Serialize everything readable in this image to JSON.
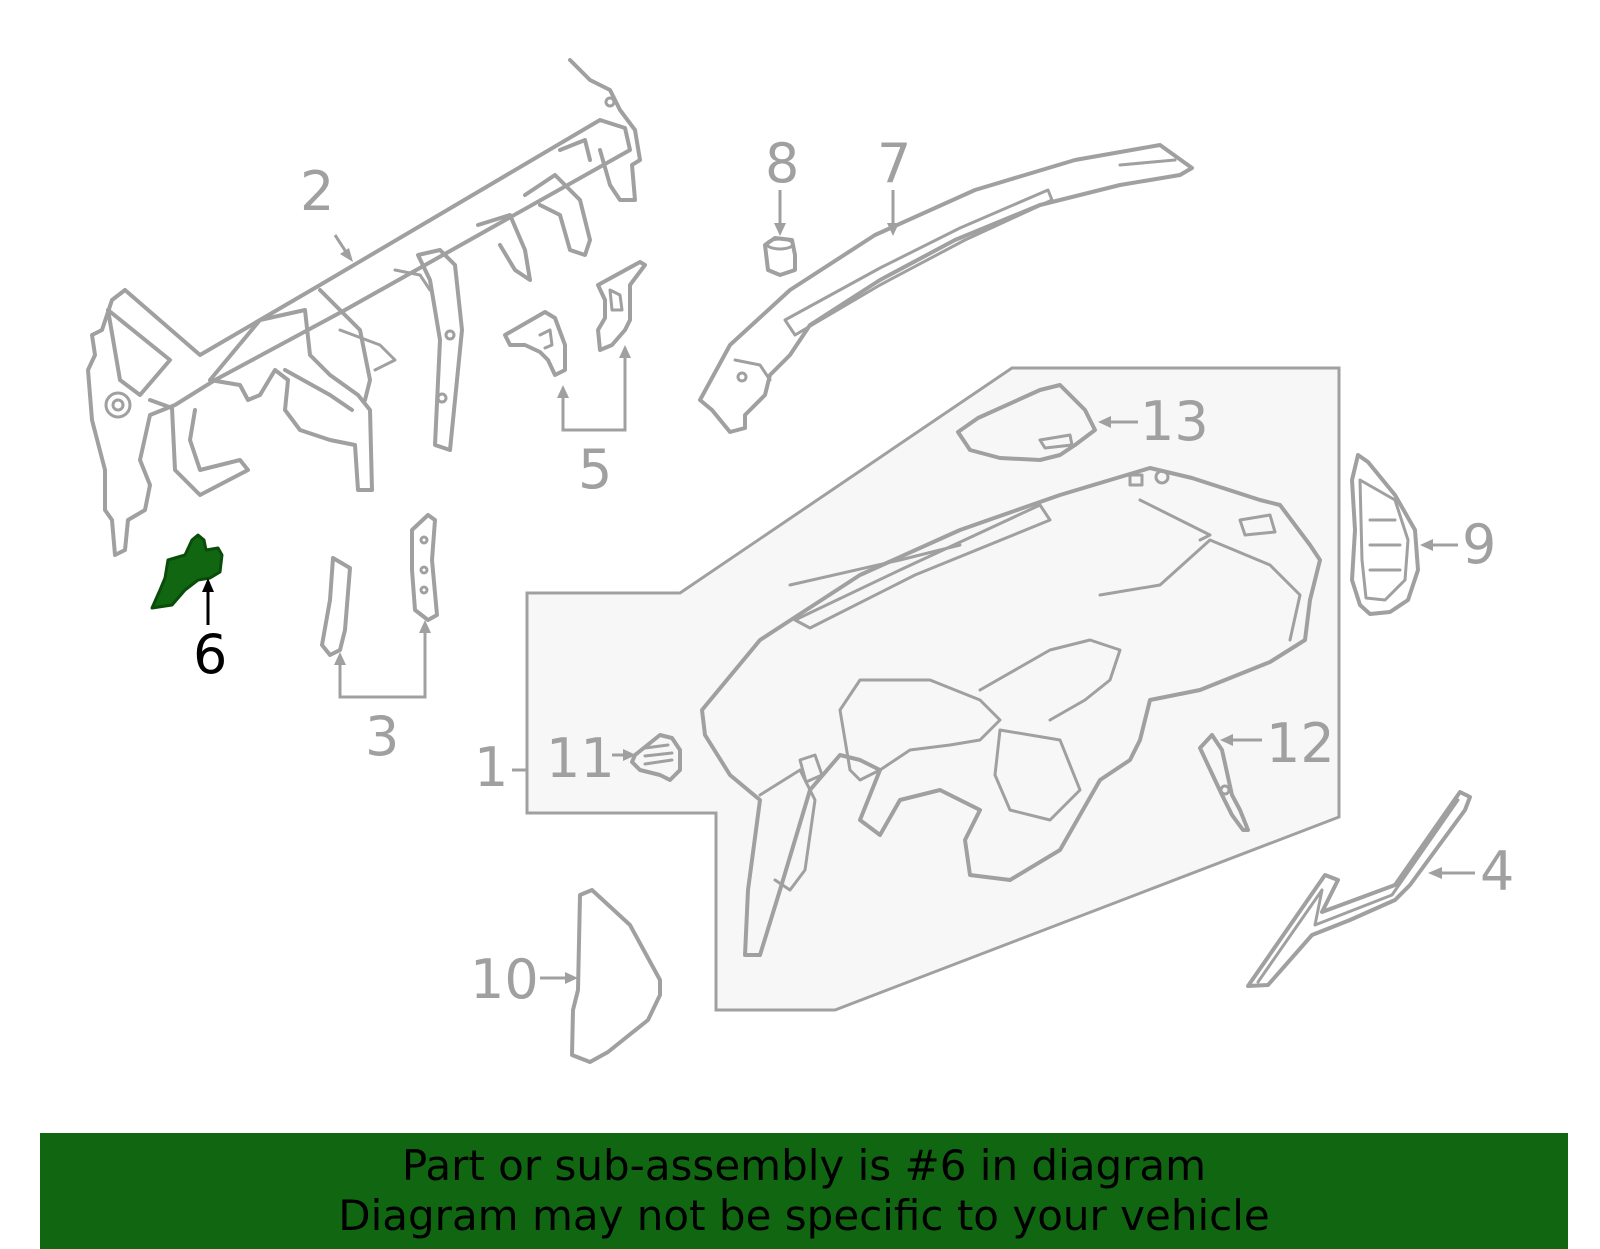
{
  "colors": {
    "line": "#a0a0a0",
    "highlight_fill": "#116611",
    "highlight_stroke": "#0a4d0a",
    "background_panel": "#f7f7f7",
    "banner": "#116611",
    "active_text": "#000000"
  },
  "callouts": {
    "c1": "1",
    "c2": "2",
    "c3": "3",
    "c4": "4",
    "c5": "5",
    "c6": "6",
    "c7": "7",
    "c8": "8",
    "c9": "9",
    "c10": "10",
    "c11": "11",
    "c12": "12",
    "c13": "13"
  },
  "highlighted_part": "6",
  "banner": {
    "line1": "Part or sub-assembly is #6 in diagram",
    "line2": "Diagram may not be specific to your vehicle"
  }
}
